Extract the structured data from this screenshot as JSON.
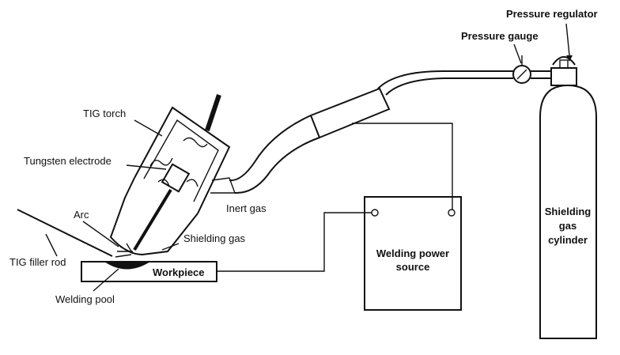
{
  "labels": {
    "pressure_regulator": "Pressure regulator",
    "pressure_gauge": "Pressure gauge",
    "tig_torch": "TIG torch",
    "tungsten_electrode": "Tungsten electrode",
    "arc": "Arc",
    "tig_filler_rod": "TIG filler rod",
    "shielding_gas": "Shielding gas",
    "workpiece": "Workpiece",
    "welding_pool": "Welding pool",
    "inert_gas": "Inert gas",
    "welding_power_source_line1": "Welding power",
    "welding_power_source_line2": "source",
    "cylinder_line1": "Shielding",
    "cylinder_line2": "gas",
    "cylinder_line3": "cylinder"
  },
  "colors": {
    "ink": "#111111",
    "background": "#ffffff"
  }
}
